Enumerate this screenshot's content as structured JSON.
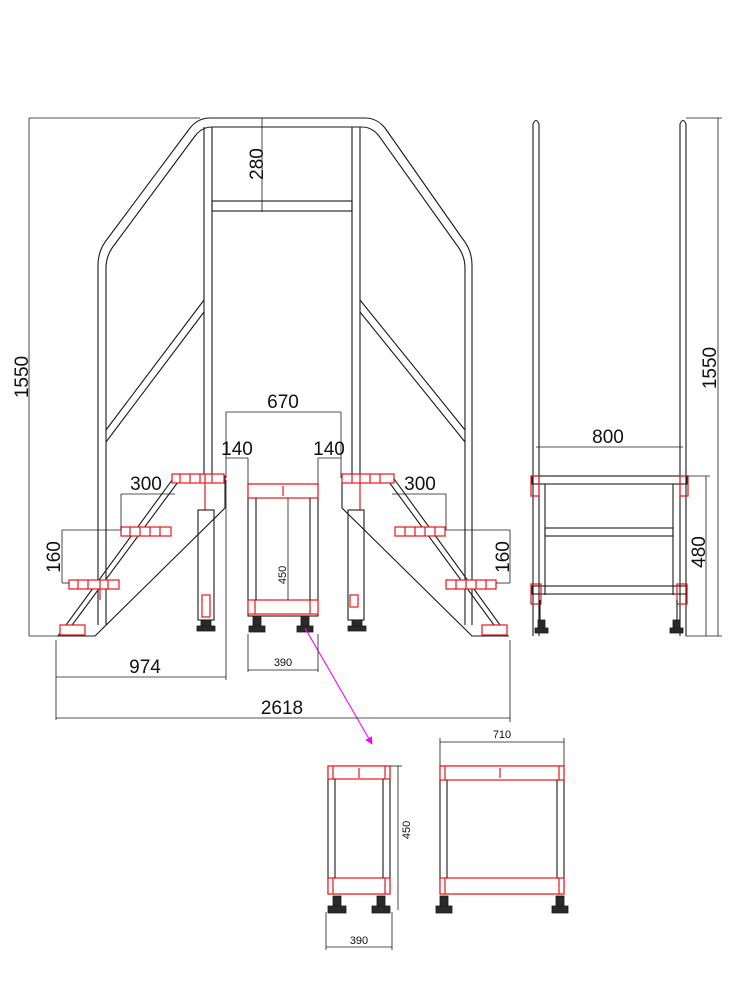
{
  "dimensions": {
    "overall_height_front": "1550",
    "top_offset": "280",
    "platform_width": "670",
    "platform_gap_left": "140",
    "platform_gap_right": "140",
    "step_depth_left": "300",
    "step_depth_right": "300",
    "step_rise_left": "160",
    "step_rise_right": "160",
    "stair_run": "974",
    "overall_length": "2618",
    "platform_height": "450",
    "platform_base": "390",
    "side_width": "800",
    "overall_height_side": "1550",
    "side_platform_height": "480",
    "detail_height": "450",
    "detail_width": "390",
    "detail_side_width": "710"
  },
  "colors": {
    "line": "#1a1a1a",
    "highlight": "#e8141b",
    "leader": "#ff00ff"
  }
}
